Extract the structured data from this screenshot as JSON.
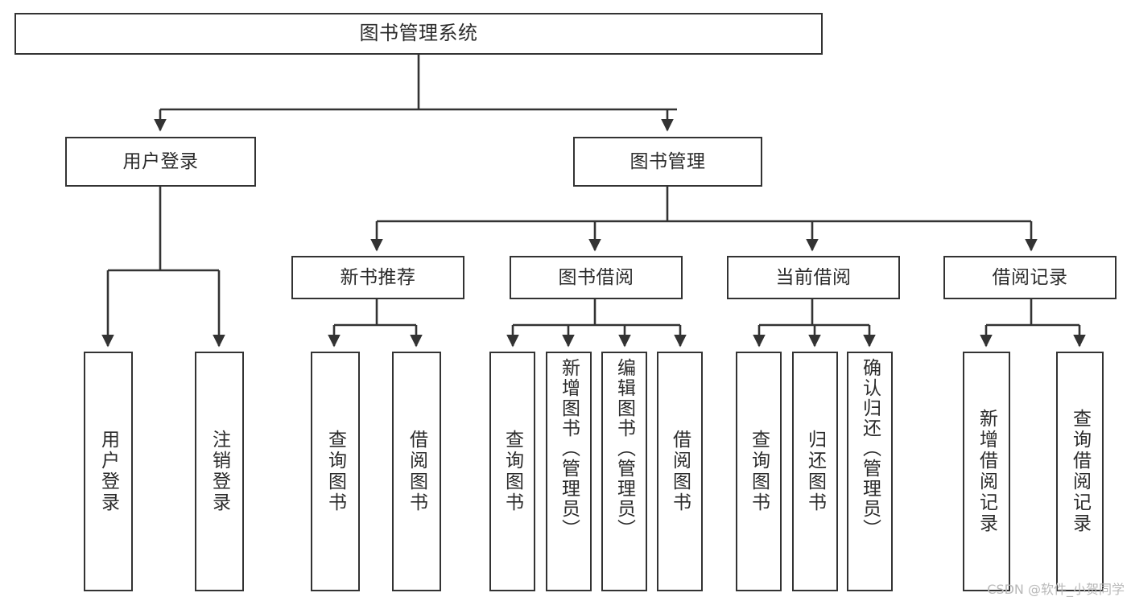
{
  "diagram": {
    "title": "图书管理系统",
    "type": "functional-structure-tree",
    "watermark": "CSDN @软件_小贺同学",
    "colors": {
      "stroke": "#333333",
      "fill": "#ffffff",
      "text": "#2b2b2b",
      "watermark": "#b9b9b9"
    },
    "root": {
      "label": "图书管理系统"
    },
    "level2": [
      {
        "label": "用户登录"
      },
      {
        "label": "图书管理"
      }
    ],
    "level3": [
      {
        "label": "新书推荐"
      },
      {
        "label": "图书借阅"
      },
      {
        "label": "当前借阅"
      },
      {
        "label": "借阅记录"
      }
    ],
    "leaves": {
      "user_login": [
        {
          "label": "用户登录"
        },
        {
          "label": "注销登录"
        }
      ],
      "new_book_recommend": [
        {
          "label": "查询图书"
        },
        {
          "label": "借阅图书"
        }
      ],
      "book_borrow": [
        {
          "label": "查询图书"
        },
        {
          "label": "新增图书（管理员）"
        },
        {
          "label": "编辑图书（管理员）"
        },
        {
          "label": "借阅图书"
        }
      ],
      "current_borrow": [
        {
          "label": "查询图书"
        },
        {
          "label": "归还图书"
        },
        {
          "label": "确认归还（管理员）"
        }
      ],
      "borrow_record": [
        {
          "label": "新增借阅记录"
        },
        {
          "label": "查询借阅记录"
        }
      ]
    }
  }
}
